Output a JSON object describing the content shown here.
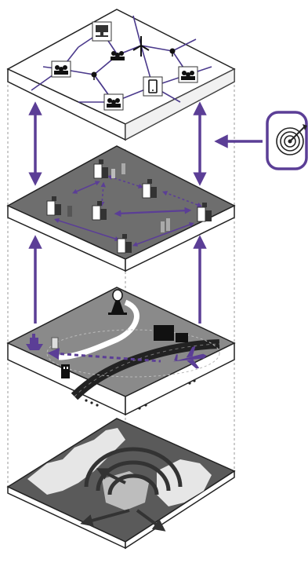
{
  "diagram": {
    "description_layers": [
      {
        "id": "network-layer",
        "icons": [
          "group-icon",
          "monitor-icon",
          "wind-turbine-icon",
          "group-icon",
          "group-icon",
          "group-icon",
          "pin-icon",
          "pin-icon",
          "tablet-icon",
          "group-icon"
        ]
      },
      {
        "id": "nodes-layer",
        "icons": [
          "building-cluster-icon",
          "building-cluster-icon",
          "building-cluster-icon",
          "building-cluster-icon",
          "building-cluster-icon",
          "building-cluster-icon"
        ]
      },
      {
        "id": "infrastructure-layer",
        "icons": [
          "oil-rig-icon",
          "ship-icon",
          "airplane-icon",
          "container-icon",
          "building-icon"
        ]
      },
      {
        "id": "map-layer",
        "icons": [
          "terrain-icon",
          "broadcast-arc-icon"
        ]
      }
    ],
    "side_icon": "radar-target-icon",
    "colors": {
      "accent": "#5b3e96",
      "network_line": "#4b3a8c",
      "slab_dark": "#6e6e6e",
      "slab_mid": "#8a8a8a",
      "slab_light": "#ffffff",
      "edge": "#222222"
    }
  }
}
